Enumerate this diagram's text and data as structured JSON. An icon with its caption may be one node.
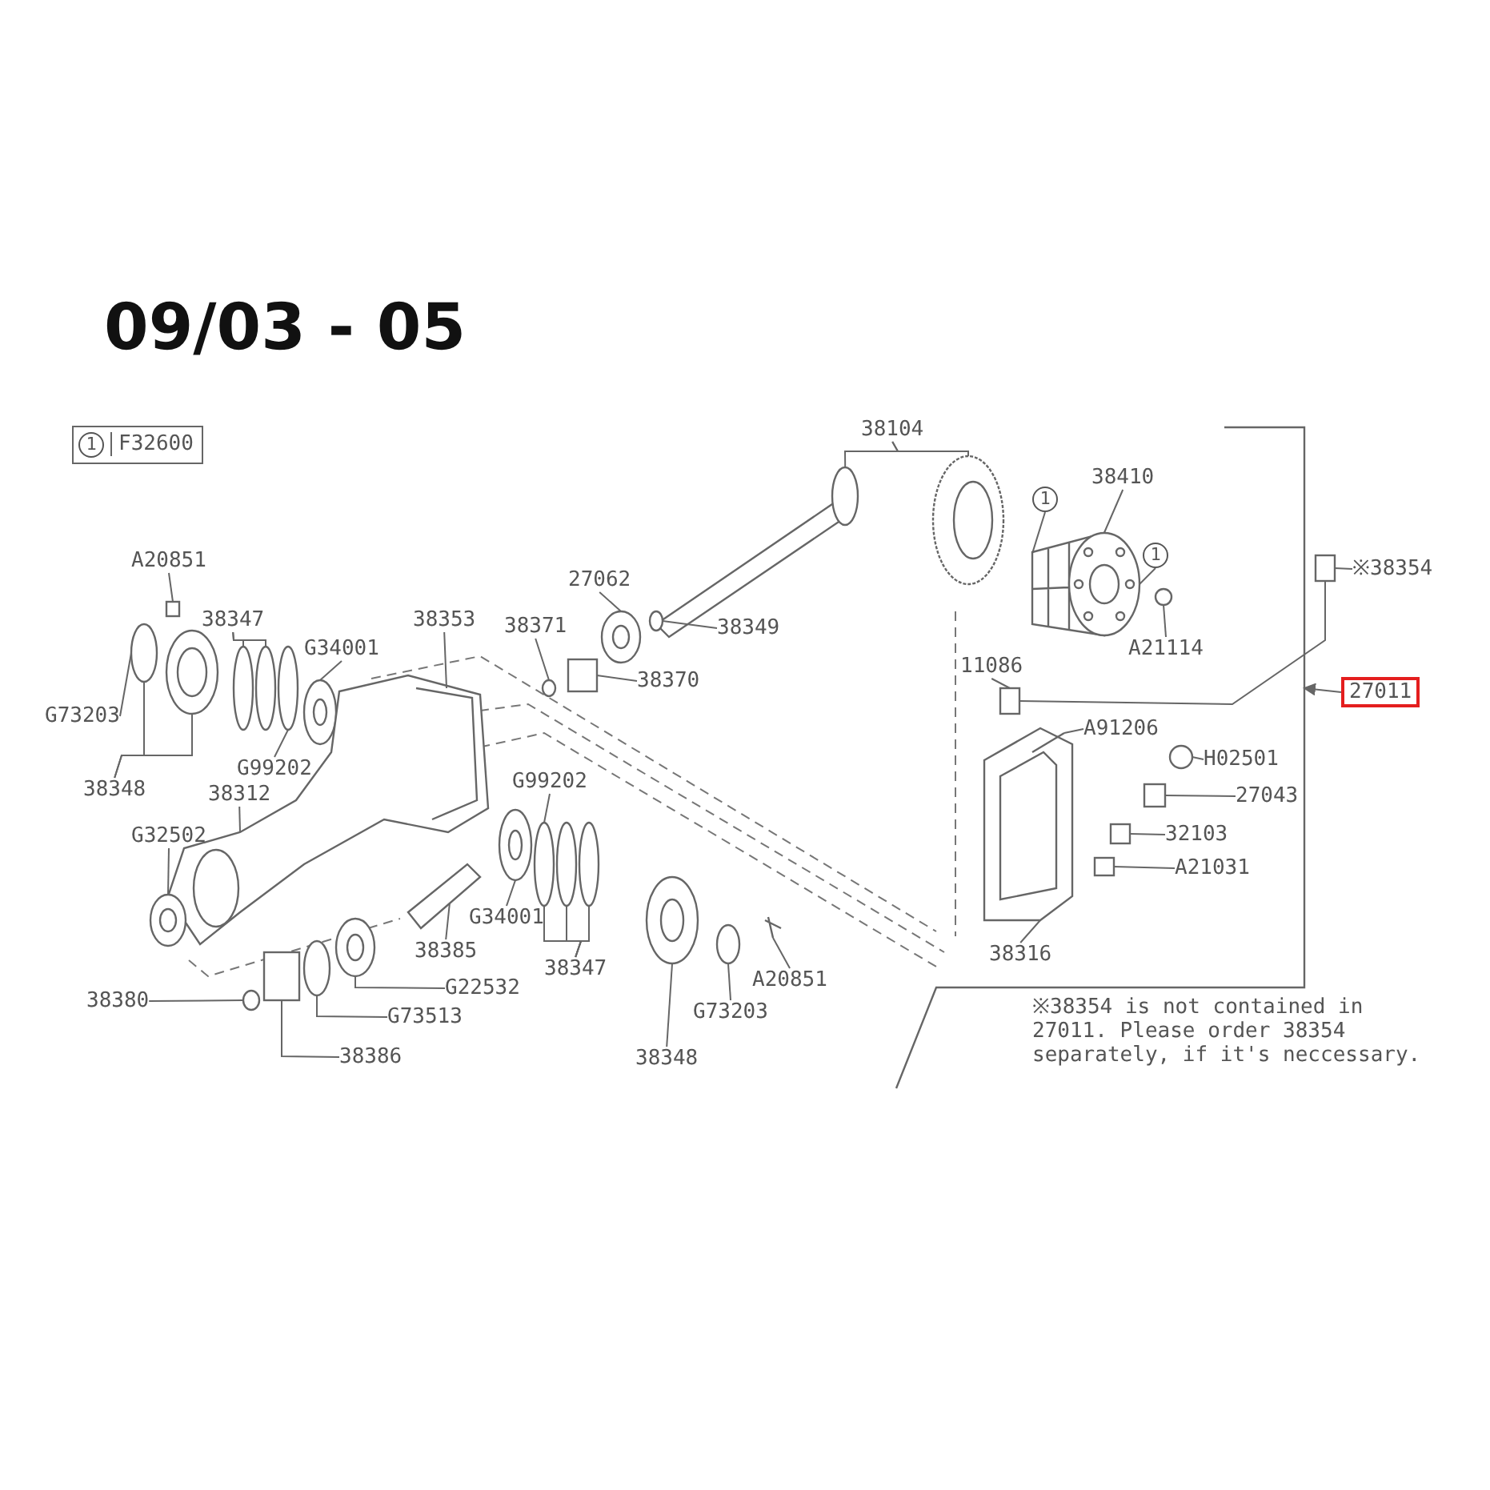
{
  "diagram": {
    "title": "09/03 - 05",
    "nodes": [
      {
        "text": [
          "1",
          "F32600"
        ]
      },
      {
        "text": [
          "A20851"
        ]
      },
      {
        "text": [
          "38347"
        ]
      },
      {
        "text": [
          "G34001"
        ]
      },
      {
        "text": [
          "38353"
        ]
      },
      {
        "text": [
          "38371"
        ]
      },
      {
        "text": [
          "27062"
        ]
      },
      {
        "text": [
          "38349"
        ]
      },
      {
        "text": [
          "38370"
        ]
      },
      {
        "text": [
          "38104"
        ]
      },
      {
        "text": [
          "38410"
        ]
      },
      {
        "text": [
          "1"
        ]
      },
      {
        "text": [
          "1"
        ]
      },
      {
        "text": [
          "A21114"
        ]
      },
      {
        "text": [
          "※38354"
        ]
      },
      {
        "text": [
          "11086"
        ]
      },
      {
        "text": [
          "A91206"
        ]
      },
      {
        "text": [
          "27011"
        ]
      },
      {
        "text": [
          "H02501"
        ]
      },
      {
        "text": [
          "27043"
        ]
      },
      {
        "text": [
          "32103"
        ]
      },
      {
        "text": [
          "A21031"
        ]
      },
      {
        "text": [
          "38316"
        ]
      },
      {
        "text": [
          "G73203"
        ]
      },
      {
        "text": [
          "38348"
        ]
      },
      {
        "text": [
          "G99202"
        ]
      },
      {
        "text": [
          "38312"
        ]
      },
      {
        "text": [
          "G32502"
        ]
      },
      {
        "text": [
          "38380"
        ]
      },
      {
        "text": [
          "38386"
        ]
      },
      {
        "text": [
          "G73513"
        ]
      },
      {
        "text": [
          "G22532"
        ]
      },
      {
        "text": [
          "38385"
        ]
      },
      {
        "text": [
          "G34001"
        ]
      },
      {
        "text": [
          "G99202"
        ]
      },
      {
        "text": [
          "38347"
        ]
      },
      {
        "text": [
          "A20851"
        ]
      },
      {
        "text": [
          "G73203"
        ]
      },
      {
        "text": [
          "38348"
        ]
      },
      {
        "text": [],
        "shape": "box"
      },
      {
        "text": [],
        "shape": "circle"
      },
      {
        "text": [],
        "shape": "picture"
      },
      {
        "text": [],
        "shape": "circle"
      },
      {
        "text": [],
        "shape": "circle"
      },
      {
        "text": [],
        "shape": "circle"
      },
      {
        "text": [],
        "shape": "picture"
      },
      {
        "text": [],
        "shape": "picture"
      },
      {
        "text": [],
        "shape": "picture",
        "in": 46
      },
      {
        "text": [],
        "shape": "picture"
      },
      {
        "text": [],
        "shape": "circle"
      },
      {
        "text": [],
        "shape": "box"
      },
      {
        "text": [],
        "shape": "circle"
      },
      {
        "text": [],
        "shape": "picture"
      },
      {
        "text": [],
        "shape": "picture"
      },
      {
        "text": [],
        "shape": "picture"
      },
      {
        "text": [],
        "shape": "circle"
      },
      {
        "text": [],
        "shape": "circle"
      },
      {
        "text": [],
        "shape": "circle"
      },
      {
        "text": [],
        "shape": "picture"
      },
      {
        "text": [],
        "shape": "circle"
      },
      {
        "text": [],
        "shape": "picture"
      },
      {
        "text": [],
        "shape": "picture"
      },
      {
        "text": [],
        "shape": "picture"
      },
      {
        "text": [],
        "shape": "picture"
      },
      {
        "text": [],
        "shape": "circle"
      },
      {
        "text": [],
        "shape": "box"
      },
      {
        "text": [],
        "shape": "circle"
      },
      {
        "text": [],
        "shape": "picture"
      },
      {
        "text": [],
        "shape": "circle"
      },
      {
        "text": [],
        "shape": "box"
      },
      {
        "text": [],
        "shape": "box"
      },
      {
        "text": [],
        "shape": "picture"
      },
      {
        "text": [],
        "shape": "picture",
        "in": 71
      },
      {
        "text": [],
        "shape": "circle"
      },
      {
        "text": [],
        "shape": "box"
      },
      {
        "text": [],
        "shape": "box"
      },
      {
        "text": [],
        "shape": "box"
      }
    ],
    "edges": [
      {
        "from": 1,
        "to": 39,
        "arrow": "none"
      },
      {
        "from": 2,
        "to": 42,
        "arrow": "none"
      },
      {
        "from": 2,
        "to": 43,
        "arrow": "none"
      },
      {
        "from": 3,
        "to": 45,
        "arrow": "none"
      },
      {
        "from": 4,
        "to": 47,
        "arrow": "none"
      },
      {
        "from": 5,
        "to": 66,
        "arrow": "none"
      },
      {
        "from": 6,
        "to": 63,
        "arrow": "none"
      },
      {
        "from": 7,
        "to": 64,
        "arrow": "none"
      },
      {
        "from": 8,
        "to": 65,
        "arrow": "none"
      },
      {
        "from": 9,
        "to": 61,
        "arrow": "none"
      },
      {
        "from": 9,
        "to": 62,
        "arrow": "none"
      },
      {
        "from": 10,
        "to": 67,
        "arrow": "none"
      },
      {
        "from": 11,
        "to": 67,
        "arrow": "none"
      },
      {
        "from": 12,
        "to": 67,
        "arrow": "none"
      },
      {
        "from": 13,
        "to": 68,
        "arrow": "none"
      },
      {
        "from": 14,
        "to": 69,
        "arrow": "none"
      },
      {
        "from": 15,
        "to": 70,
        "arrow": "none"
      },
      {
        "from": 16,
        "to": 72,
        "arrow": "none"
      },
      {
        "from": 17,
        "to": null,
        "arrow": "to"
      },
      {
        "from": 18,
        "to": 73,
        "arrow": "none"
      },
      {
        "from": 19,
        "to": 74,
        "arrow": "none"
      },
      {
        "from": 20,
        "to": 75,
        "arrow": "none"
      },
      {
        "from": 21,
        "to": 76,
        "arrow": "none"
      },
      {
        "from": 22,
        "to": 71,
        "arrow": "none"
      },
      {
        "from": 23,
        "to": 40,
        "arrow": "none"
      },
      {
        "from": 24,
        "to": 40,
        "arrow": "none"
      },
      {
        "from": 24,
        "to": 41,
        "arrow": "none"
      },
      {
        "from": 25,
        "to": 44,
        "arrow": "none"
      },
      {
        "from": 26,
        "to": 46,
        "arrow": "none"
      },
      {
        "from": 27,
        "to": 48,
        "arrow": "none"
      },
      {
        "from": 28,
        "to": 49,
        "arrow": "none"
      },
      {
        "from": 29,
        "to": 50,
        "arrow": "none"
      },
      {
        "from": 30,
        "to": 51,
        "arrow": "none"
      },
      {
        "from": 31,
        "to": 52,
        "arrow": "none"
      },
      {
        "from": 32,
        "to": 53,
        "arrow": "none"
      },
      {
        "from": 33,
        "to": 54,
        "arrow": "none"
      },
      {
        "from": 34,
        "to": 55,
        "arrow": "none"
      },
      {
        "from": 35,
        "to": 55,
        "arrow": "none"
      },
      {
        "from": 35,
        "to": 56,
        "arrow": "none"
      },
      {
        "from": 35,
        "to": 57,
        "arrow": "none"
      },
      {
        "from": 36,
        "to": 60,
        "arrow": "none"
      },
      {
        "from": 37,
        "to": 59,
        "arrow": "none"
      },
      {
        "from": 38,
        "to": 58,
        "arrow": "none"
      },
      {
        "from": 69,
        "to": 70,
        "arrow": "none"
      }
    ],
    "labels": [
      "※38354 is not contained in 27011. Please order 38354 separately, if it's neccessary."
    ]
  }
}
